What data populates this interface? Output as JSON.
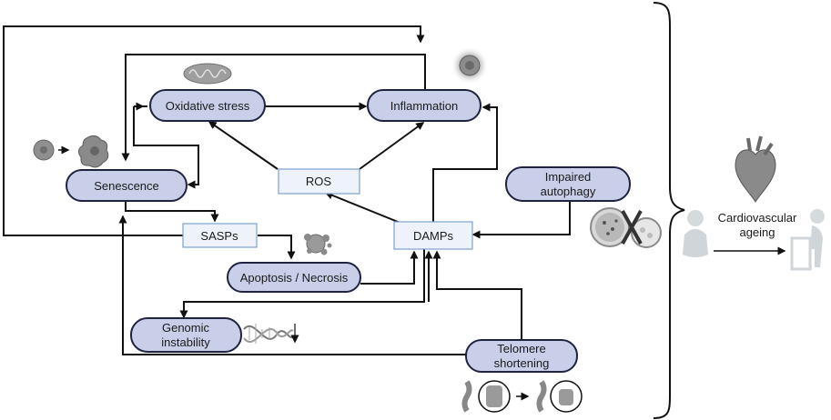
{
  "nodes": {
    "oxidative_stress": "Oxidative stress",
    "inflammation": "Inflammation",
    "senescence": "Senescence",
    "ros": "ROS",
    "impaired_autophagy_line1": "Impaired",
    "impaired_autophagy_line2": "autophagy",
    "sasps": "SASPs",
    "damps": "DAMPs",
    "apoptosis_necrosis": "Apoptosis / Necrosis",
    "genomic_instability_line1": "Genomic",
    "genomic_instability_line2": "instability",
    "telomere_shortening_line1": "Telomere",
    "telomere_shortening_line2": "shortening"
  },
  "outcome": {
    "line1": "Cardiovascular",
    "line2": "ageing"
  },
  "colors": {
    "node_fill": "#c9cfe8",
    "node_stroke": "#1f2340",
    "box_fill": "#eef3fb",
    "box_stroke": "#7da2cf",
    "arrow": "#111111"
  },
  "icons": [
    "mitochondrion-icon",
    "inflamed-cell-icon",
    "cell-to-senescent-cell-icon",
    "apoptotic-cell-icon",
    "petri-dish-crossed-icon",
    "dna-helix-decrease-icon",
    "chromosome-telomere-shortening-icon",
    "heart-icon",
    "baby-icon",
    "elderly-person-walker-icon"
  ]
}
